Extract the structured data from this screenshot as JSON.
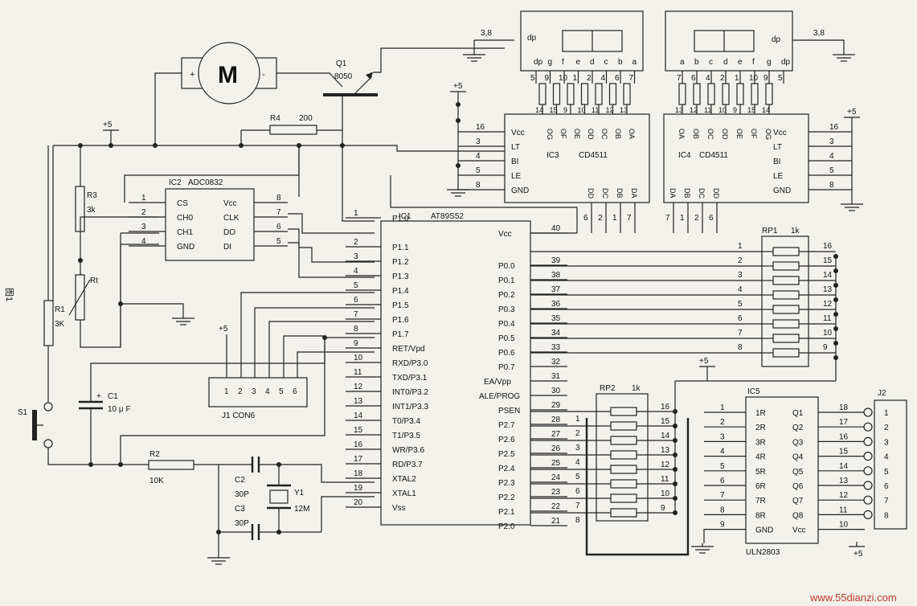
{
  "figure_label": "图1",
  "watermark": "www.55dianzi.com",
  "motor": {
    "letter": "M",
    "plus": "+",
    "minus": "-"
  },
  "q1": {
    "ref": "Q1",
    "part": "8050"
  },
  "r4": {
    "ref": "R4",
    "value": "200"
  },
  "supplies": {
    "p5": "+5"
  },
  "ic1": {
    "ref": "IC1",
    "part": "AT89S52",
    "left_pins": [
      {
        "num": "1",
        "name": "P1.0"
      },
      {
        "num": "2",
        "name": "P1.1"
      },
      {
        "num": "3",
        "name": "P1.2"
      },
      {
        "num": "4",
        "name": "P1.3"
      },
      {
        "num": "5",
        "name": "P1.4"
      },
      {
        "num": "6",
        "name": "P1.5"
      },
      {
        "num": "7",
        "name": "P1.6"
      },
      {
        "num": "8",
        "name": "P1.7"
      },
      {
        "num": "9",
        "name": "RET/Vpd"
      },
      {
        "num": "10",
        "name": "RXD/P3.0"
      },
      {
        "num": "11",
        "name": "TXD/P3.1"
      },
      {
        "num": "12",
        "name": "INT0/P3.2"
      },
      {
        "num": "13",
        "name": "INT1/P3.3"
      },
      {
        "num": "14",
        "name": "T0/P3.4"
      },
      {
        "num": "15",
        "name": "T1/P3.5"
      },
      {
        "num": "16",
        "name": "WR/P3.6"
      },
      {
        "num": "17",
        "name": "RD/P3.7"
      },
      {
        "num": "18",
        "name": "XTAL2"
      },
      {
        "num": "19",
        "name": "XTAL1"
      },
      {
        "num": "20",
        "name": "Vss"
      }
    ],
    "right_pins": [
      {
        "num": "40",
        "name": "Vcc"
      },
      {
        "num": "39",
        "name": "P0.0"
      },
      {
        "num": "38",
        "name": "P0.1"
      },
      {
        "num": "37",
        "name": "P0.2"
      },
      {
        "num": "36",
        "name": "P0.3"
      },
      {
        "num": "35",
        "name": "P0.4"
      },
      {
        "num": "34",
        "name": "P0.5"
      },
      {
        "num": "33",
        "name": "P0.6"
      },
      {
        "num": "32",
        "name": "P0.7"
      },
      {
        "num": "31",
        "name": "EA/Vpp"
      },
      {
        "num": "30",
        "name": "ALE/PROG"
      },
      {
        "num": "29",
        "name": "PSEN"
      },
      {
        "num": "28",
        "name": "P2.7"
      },
      {
        "num": "27",
        "name": "P2.6"
      },
      {
        "num": "26",
        "name": "P2.5"
      },
      {
        "num": "25",
        "name": "P2.4"
      },
      {
        "num": "24",
        "name": "P2.3"
      },
      {
        "num": "23",
        "name": "P2.2"
      },
      {
        "num": "22",
        "name": "P2.1"
      },
      {
        "num": "21",
        "name": "P2.0"
      }
    ]
  },
  "ic2": {
    "ref": "IC2",
    "part": "ADC0832",
    "left_pins": [
      {
        "num": "1",
        "name": "CS"
      },
      {
        "num": "2",
        "name": "CH0"
      },
      {
        "num": "3",
        "name": "CH1"
      },
      {
        "num": "4",
        "name": "GND"
      }
    ],
    "right_pins": [
      {
        "num": "8",
        "name": "Vcc"
      },
      {
        "num": "7",
        "name": "CLK"
      },
      {
        "num": "6",
        "name": "DO"
      },
      {
        "num": "5",
        "name": "DI"
      }
    ]
  },
  "ic3": {
    "ref": "IC3",
    "part": "CD4511",
    "outs": [
      "OG",
      "OF",
      "OE",
      "OD",
      "OC",
      "OB",
      "OA"
    ],
    "ins": [
      "DD",
      "DC",
      "DB",
      "DA"
    ],
    "left": [
      "Vcc",
      "LT",
      "BI",
      "LE",
      "GND"
    ],
    "left_nums": [
      "16",
      "3",
      "4",
      "5",
      "8"
    ],
    "in_nums": [
      "6",
      "2",
      "1",
      "7"
    ]
  },
  "ic4": {
    "ref": "IC4",
    "part": "CD4511",
    "outs": [
      "OA",
      "OB",
      "OC",
      "OD",
      "OE",
      "OF",
      "OG"
    ],
    "ins": [
      "DA",
      "DB",
      "DC",
      "DD"
    ],
    "right": [
      "Vcc",
      "LT",
      "BI",
      "LE",
      "GND"
    ],
    "right_nums": [
      "16",
      "3",
      "4",
      "5",
      "8"
    ],
    "in_nums": [
      "7",
      "1",
      "2",
      "6"
    ]
  },
  "disp_left": {
    "dp_label": "dp",
    "pin_38": "3,8",
    "segs": [
      "dp",
      "g",
      "f",
      "e",
      "d",
      "c",
      "b",
      "a"
    ],
    "seg_pins": [
      "5",
      "9",
      "10",
      "1",
      "2",
      "4",
      "6",
      "7"
    ],
    "res_pins": [
      "14",
      "15",
      "9",
      "10",
      "11",
      "12",
      "13"
    ]
  },
  "disp_right": {
    "dp_label": "dp",
    "pin_38": "3,8",
    "segs": [
      "a",
      "b",
      "c",
      "d",
      "e",
      "f",
      "g",
      "dp"
    ],
    "seg_pins": [
      "7",
      "6",
      "4",
      "2",
      "1",
      "10",
      "9",
      "5"
    ],
    "res_pins": [
      "13",
      "12",
      "11",
      "10",
      "9",
      "15",
      "14"
    ]
  },
  "rp1": {
    "ref": "RP1",
    "value": "1k",
    "left_nums": [
      "1",
      "2",
      "3",
      "4",
      "5",
      "6",
      "7",
      "8"
    ],
    "right_nums": [
      "16",
      "15",
      "14",
      "13",
      "12",
      "11",
      "10",
      "9"
    ]
  },
  "rp2": {
    "ref": "RP2",
    "value": "1k",
    "left_nums": [
      "1",
      "2",
      "3",
      "4",
      "5",
      "6",
      "7",
      "8"
    ],
    "right_nums": [
      "16",
      "15",
      "14",
      "13",
      "12",
      "11",
      "10",
      "9"
    ]
  },
  "ic5": {
    "ref": "IC5",
    "part": "ULN2803",
    "left_pins": [
      {
        "num": "1",
        "name": "1R"
      },
      {
        "num": "2",
        "name": "2R"
      },
      {
        "num": "3",
        "name": "3R"
      },
      {
        "num": "4",
        "name": "4R"
      },
      {
        "num": "5",
        "name": "5R"
      },
      {
        "num": "6",
        "name": "6R"
      },
      {
        "num": "7",
        "name": "7R"
      },
      {
        "num": "8",
        "name": "8R"
      },
      {
        "num": "9",
        "name": "GND"
      }
    ],
    "right_pins": [
      {
        "num": "18",
        "name": "Q1"
      },
      {
        "num": "17",
        "name": "Q2"
      },
      {
        "num": "16",
        "name": "Q3"
      },
      {
        "num": "15",
        "name": "Q4"
      },
      {
        "num": "14",
        "name": "Q5"
      },
      {
        "num": "13",
        "name": "Q6"
      },
      {
        "num": "12",
        "name": "Q7"
      },
      {
        "num": "11",
        "name": "Q8"
      },
      {
        "num": "10",
        "name": "Vcc"
      }
    ]
  },
  "j2": {
    "ref": "J2",
    "pins": [
      "1",
      "2",
      "3",
      "4",
      "5",
      "6",
      "7",
      "8"
    ]
  },
  "j1": {
    "ref": "J1 CON6",
    "pins": [
      "1",
      "2",
      "3",
      "4",
      "5",
      "6"
    ]
  },
  "r3": {
    "ref": "R3",
    "value": "3k"
  },
  "rt": {
    "ref": "Rt"
  },
  "r1": {
    "ref": "R1",
    "value": "3K"
  },
  "c1": {
    "ref": "C1",
    "value": "10 μ F",
    "plus": "+"
  },
  "s1": {
    "ref": "S1"
  },
  "r2": {
    "ref": "R2",
    "value": "10K"
  },
  "c2": {
    "ref": "C2",
    "value": "30P"
  },
  "c3": {
    "ref": "C3",
    "value": "30P"
  },
  "y1": {
    "ref": "Y1",
    "value": "12M"
  }
}
